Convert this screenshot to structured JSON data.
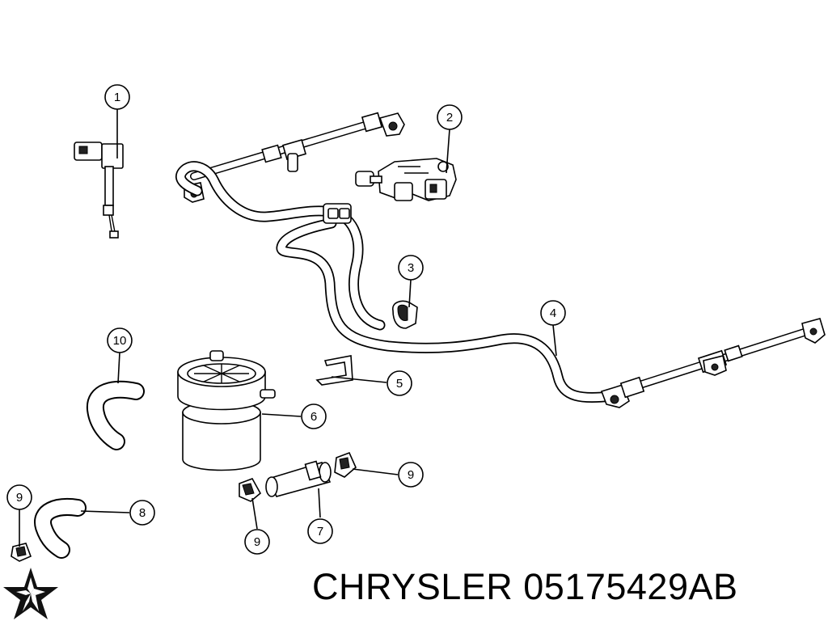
{
  "caption": {
    "brand": "CHRYSLER",
    "part_number": "05175429AB"
  },
  "callouts": {
    "c1": "1",
    "c2": "2",
    "c3": "3",
    "c4": "4",
    "c5": "5",
    "c6": "6",
    "c7": "7",
    "c8": "8",
    "c9a": "9",
    "c9b": "9",
    "c9c": "9",
    "c10": "10"
  },
  "logo": {
    "icon": "pentastar-icon"
  }
}
